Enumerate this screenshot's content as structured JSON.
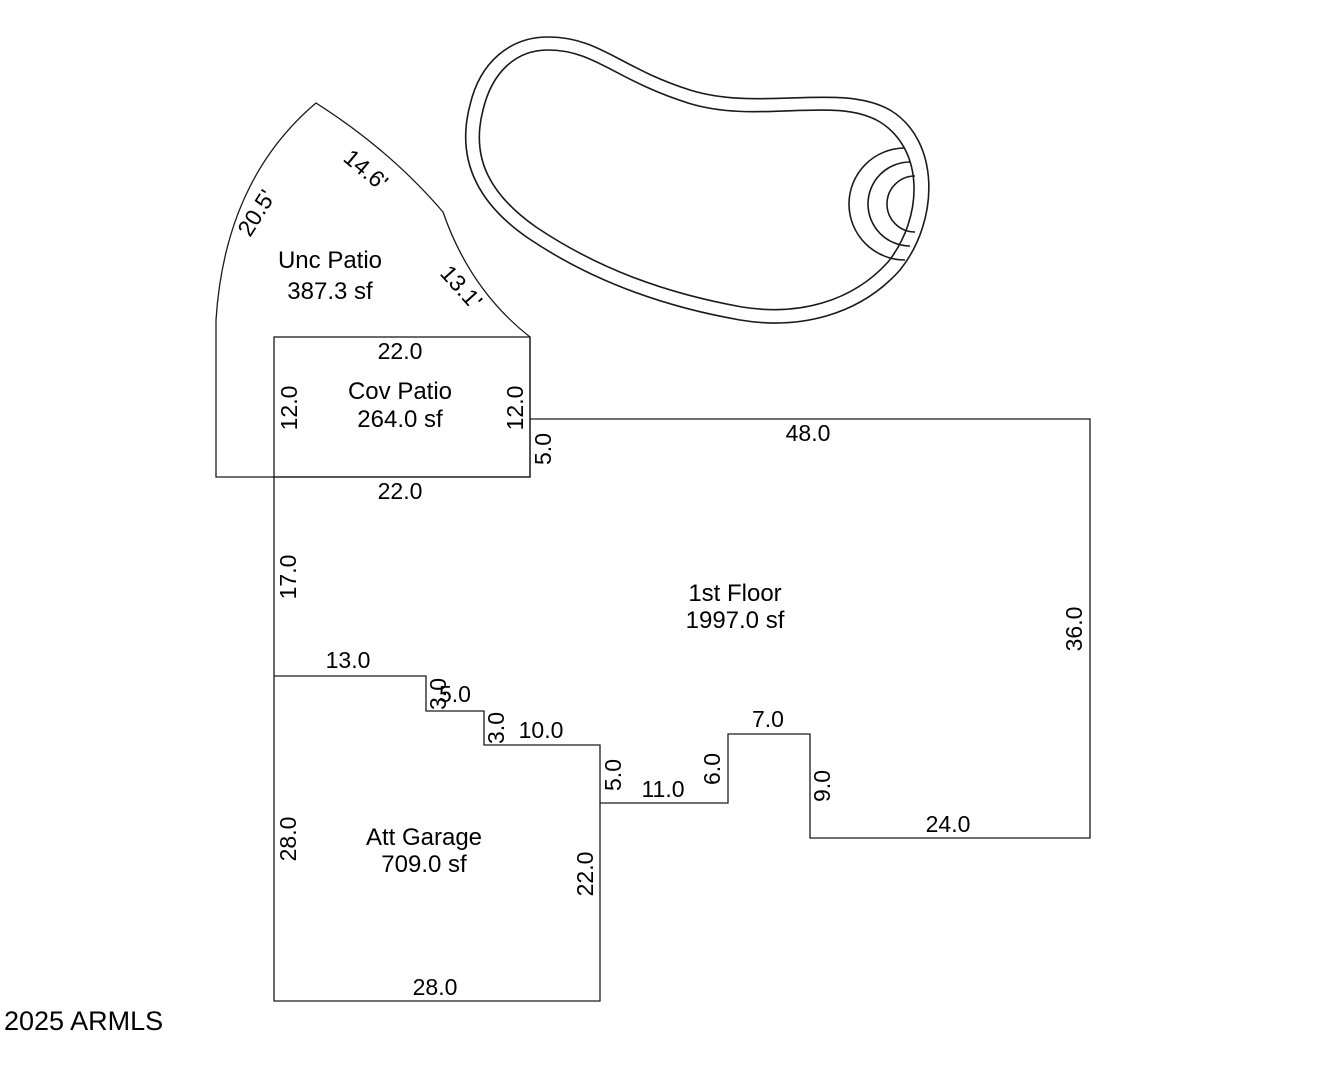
{
  "areas": {
    "unc_patio": {
      "name": "Unc Patio",
      "size": "387.3 sf"
    },
    "cov_patio": {
      "name": "Cov Patio",
      "size": "264.0 sf"
    },
    "first_floor": {
      "name": "1st Floor",
      "size": "1997.0 sf"
    },
    "att_garage": {
      "name": "Att Garage",
      "size": "709.0 sf"
    }
  },
  "dimensions": {
    "unc_left_arc": "20.5'",
    "unc_top_arc": "14.6'",
    "unc_right_arc": "13.1'",
    "cov_top": "22.0",
    "cov_left": "12.0",
    "cov_right": "12.0",
    "cov_bottom": "22.0",
    "floor_step_5": "5.0",
    "floor_top": "48.0",
    "floor_left": "17.0",
    "floor_right": "36.0",
    "step_13": "13.0",
    "step_3a": "3.0",
    "step_5": "5.0",
    "step_3b": "3.0",
    "step_10": "10.0",
    "step_5b": "5.0",
    "step_11": "11.0",
    "step_6": "6.0",
    "step_7": "7.0",
    "step_9": "9.0",
    "step_24": "24.0",
    "garage_left": "28.0",
    "garage_right": "22.0",
    "garage_bottom": "28.0"
  },
  "copyright": "2025 ARMLS"
}
